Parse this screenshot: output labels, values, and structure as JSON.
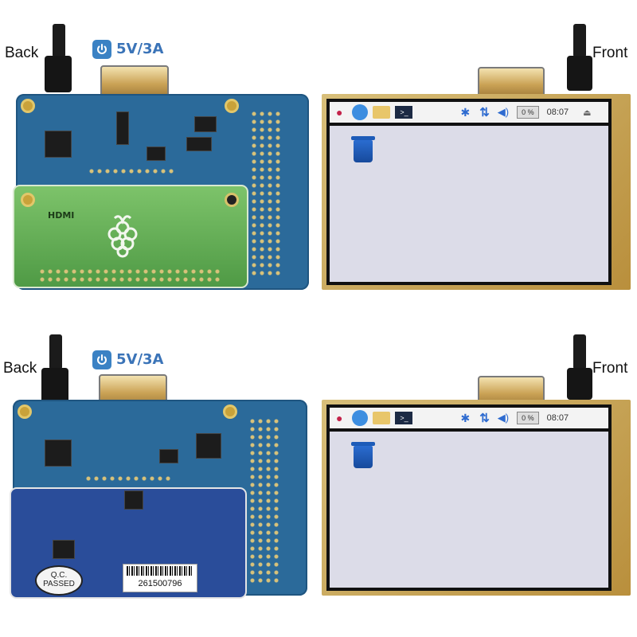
{
  "labels": {
    "back": "Back",
    "front": "Front",
    "power": "5V/3A"
  },
  "taskbar": {
    "time": "08:07",
    "cpu": "0 %"
  },
  "bottom_board": {
    "qc_line1": "Q.C.",
    "qc_line2": "PASSED",
    "serial": "261500796"
  },
  "pizero_text": {
    "hdmi": "HDMI"
  },
  "colors": {
    "power_accent": "#3b82c4",
    "board_blue": "#2b6a9a",
    "pi_green": "#5aa84e",
    "frame_gold": "#c9a44f"
  },
  "icons": [
    "power-icon",
    "raspberry-icon",
    "globe-icon",
    "folder-icon",
    "terminal-icon",
    "bluetooth-icon",
    "network-arrows-icon",
    "volume-icon",
    "eject-icon",
    "trash-icon"
  ]
}
